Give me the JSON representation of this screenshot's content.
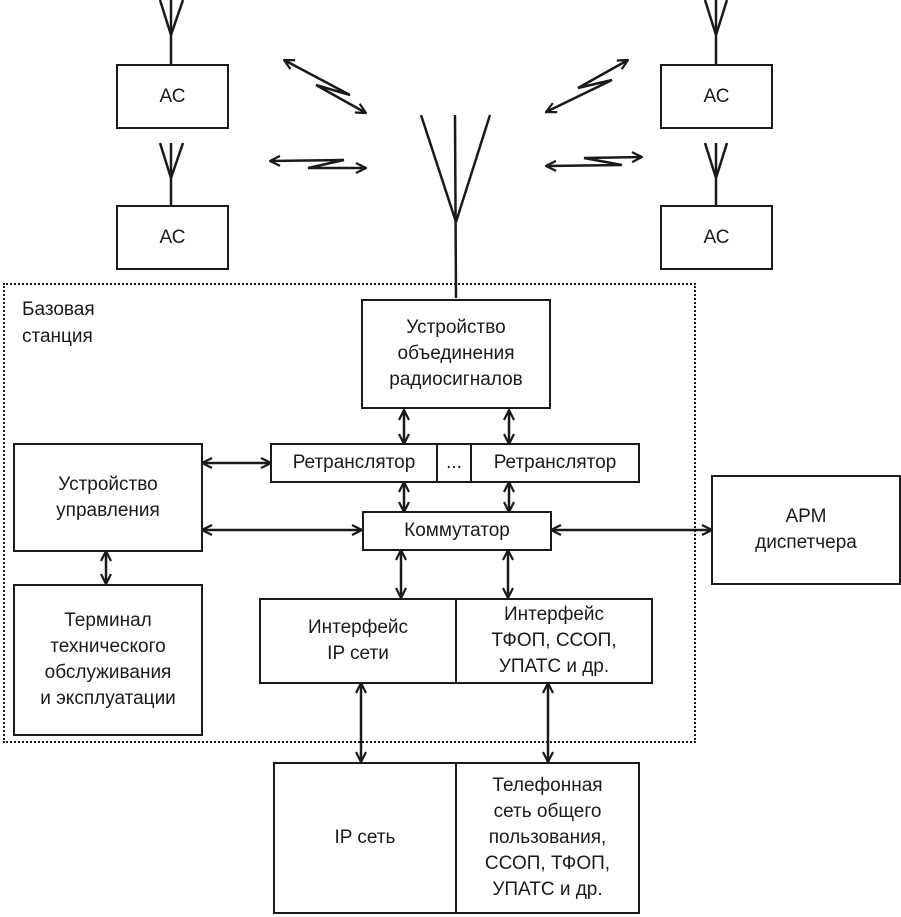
{
  "subscriber_stations": {
    "label": "АС",
    "count": 4
  },
  "base_station": {
    "label_lines": [
      "Базовая",
      "станция"
    ]
  },
  "blocks": {
    "combiner": {
      "lines": [
        "Устройство",
        "объединения",
        "радиосигналов"
      ]
    },
    "repeater_1": {
      "label": "Ретранслятор"
    },
    "repeater_ellipsis": {
      "label": "..."
    },
    "repeater_n": {
      "label": "Ретранслятор"
    },
    "control_unit": {
      "lines": [
        "Устройство",
        "управления"
      ]
    },
    "switch": {
      "label": "Коммутатор"
    },
    "terminal": {
      "lines": [
        "Терминал",
        "технического",
        "обслуживания",
        "и эксплуатации"
      ]
    },
    "ip_interface": {
      "lines": [
        "Интерфейс",
        "IP сети"
      ]
    },
    "pstn_interface": {
      "lines": [
        "Интерфейс",
        "ТФОП, ССОП,",
        "УПАТС и др."
      ]
    },
    "dispatcher_ws": {
      "lines": [
        "АРМ",
        "диспетчера"
      ]
    },
    "ip_network": {
      "label": "IP сеть"
    },
    "phone_network": {
      "lines": [
        "Телефонная",
        "сеть общего",
        "пользования,",
        "ССОП, ТФОП,",
        "УПАТС и др."
      ]
    }
  }
}
